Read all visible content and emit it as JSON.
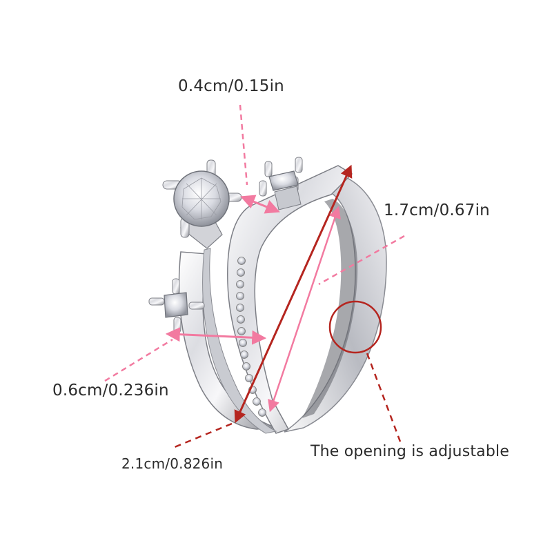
{
  "colors": {
    "pink_dim": "#f27aa0",
    "red_dim": "#b5251f",
    "text": "#2b2b2b",
    "metal_light": "#f4f4f6",
    "metal_dark": "#7d7f86"
  },
  "labels": {
    "top_width": "0.4cm/0.15in",
    "inner_diameter": "1.7cm/0.67in",
    "band_width": "0.6cm/0.236in",
    "outer_diameter": "2.1cm/0.826in",
    "adjustable_note": "The opening is adjustable"
  },
  "product": {
    "type": "open adjustable ring",
    "stones": [
      "round center stone",
      "small princess stone",
      "small princess stone",
      "pavé stone row"
    ]
  }
}
